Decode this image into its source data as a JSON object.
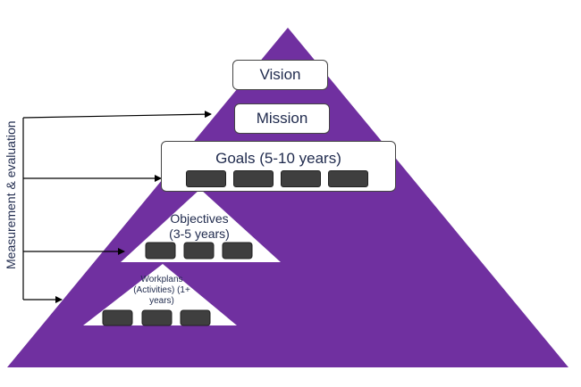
{
  "diagram": {
    "levels": {
      "vision": "Vision",
      "mission": "Mission",
      "goals": "Goals (5-10 years)",
      "objectives_line1": "Objectives",
      "objectives_line2": "(3-5 years)",
      "workplans_line1": "Workplans",
      "workplans_line2": "(Activities) (1+",
      "workplans_line3": "years)"
    },
    "side_label": "Measurement & evaluation",
    "colors": {
      "pyramid": "#7030a0",
      "chip": "#3f3f3f",
      "text": "#1f2a4d",
      "arrow": "#000000"
    },
    "icons": [
      "arrow-right-icon"
    ]
  }
}
